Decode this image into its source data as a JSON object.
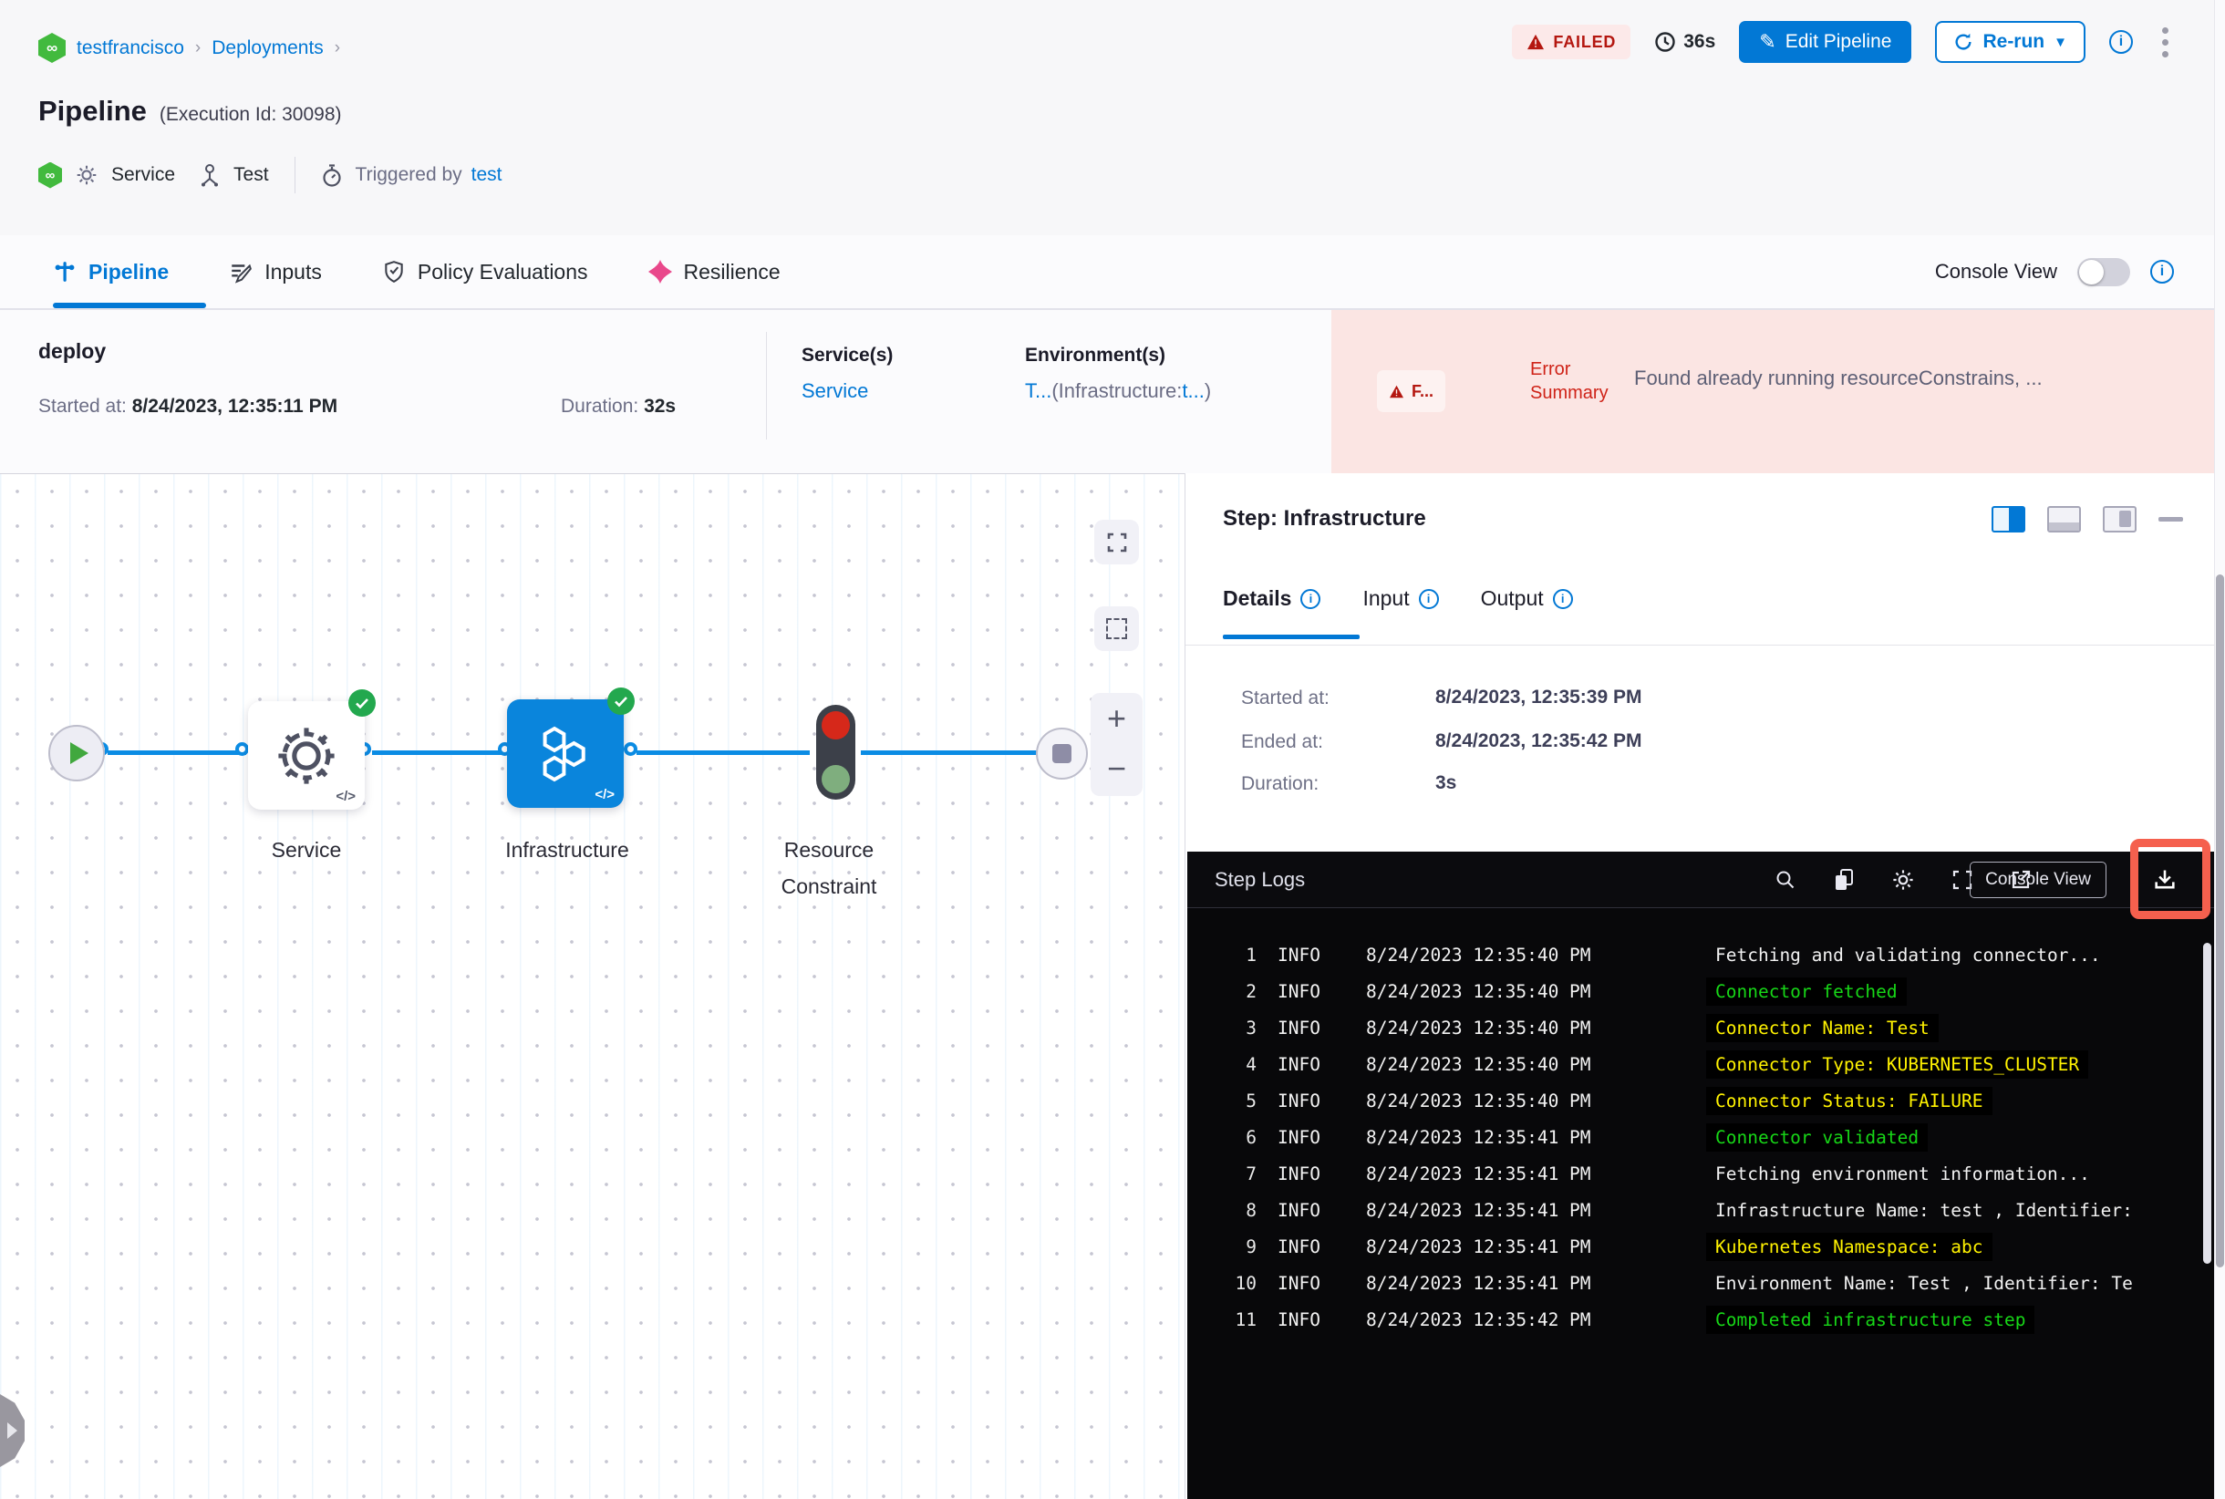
{
  "breadcrumb": {
    "project": "testfrancisco",
    "section": "Deployments",
    "sep": "›"
  },
  "header": {
    "title": "Pipeline",
    "execution_id": "(Execution Id: 30098)",
    "failed_badge": "FAILED",
    "duration": "36s",
    "edit_pipeline": "Edit Pipeline",
    "rerun": "Re-run",
    "service_label": "Service",
    "test_label": "Test",
    "triggered_by": "Triggered by",
    "trigger_user": "test"
  },
  "tabs": {
    "pipeline": "Pipeline",
    "inputs": "Inputs",
    "policy": "Policy Evaluations",
    "resilience": "Resilience",
    "console_view": "Console View"
  },
  "summary": {
    "stage": "deploy",
    "started_label": "Started at:",
    "started": "8/24/2023, 12:35:11 PM",
    "duration_label": "Duration:",
    "duration": "32s",
    "services_label": "Service(s)",
    "service_link": "Service",
    "envs_label": "Environment(s)",
    "env_link": "T...",
    "env_paren": "(Infrastructure:",
    "env_infra_link": "t...",
    "env_close": ")",
    "failed_short": "F...",
    "error_label": "Error Summary",
    "error_message": "Found already running resourceConstrains, ..."
  },
  "graph": {
    "service_label": "Service",
    "infrastructure_label": "Infrastructure",
    "resource_line1": "Resource",
    "resource_line2": "Constraint",
    "code_glyph": "</>",
    "zoom_in": "+",
    "zoom_out": "−"
  },
  "panel": {
    "title": "Step: Infrastructure",
    "tab_details": "Details",
    "tab_input": "Input",
    "tab_output": "Output",
    "started_label": "Started at:",
    "started": "8/24/2023, 12:35:39 PM",
    "ended_label": "Ended at:",
    "ended": "8/24/2023, 12:35:42 PM",
    "duration_label": "Duration:",
    "duration": "3s"
  },
  "logs": {
    "title": "Step Logs",
    "console_view": "Console View",
    "rows": [
      {
        "num": "1",
        "level": "INFO",
        "time": "8/24/2023 12:35:40 PM",
        "msg": "Fetching and validating connector...",
        "color": "white"
      },
      {
        "num": "2",
        "level": "INFO",
        "time": "8/24/2023 12:35:40 PM",
        "msg": "Connector fetched",
        "color": "green"
      },
      {
        "num": "3",
        "level": "INFO",
        "time": "8/24/2023 12:35:40 PM",
        "msg": "Connector Name: Test",
        "color": "yellow"
      },
      {
        "num": "4",
        "level": "INFO",
        "time": "8/24/2023 12:35:40 PM",
        "msg": "Connector Type: KUBERNETES_CLUSTER",
        "color": "yellow"
      },
      {
        "num": "5",
        "level": "INFO",
        "time": "8/24/2023 12:35:40 PM",
        "msg": "Connector Status: FAILURE",
        "color": "yellow"
      },
      {
        "num": "6",
        "level": "INFO",
        "time": "8/24/2023 12:35:41 PM",
        "msg": "Connector validated",
        "color": "green"
      },
      {
        "num": "7",
        "level": "INFO",
        "time": "8/24/2023 12:35:41 PM",
        "msg": "Fetching environment information...",
        "color": "white"
      },
      {
        "num": "8",
        "level": "INFO",
        "time": "8/24/2023 12:35:41 PM",
        "msg": "Infrastructure Name: test , Identifier:",
        "color": "white"
      },
      {
        "num": "9",
        "level": "INFO",
        "time": "8/24/2023 12:35:41 PM",
        "msg": "Kubernetes Namespace: abc",
        "color": "yellow"
      },
      {
        "num": "10",
        "level": "INFO",
        "time": "8/24/2023 12:35:41 PM",
        "msg": "Environment Name: Test , Identifier: Te",
        "color": "white"
      },
      {
        "num": "11",
        "level": "INFO",
        "time": "8/24/2023 12:35:42 PM",
        "msg": "Completed infrastructure step",
        "color": "green"
      }
    ]
  },
  "colors": {
    "accent": "#0278D5",
    "failed_red": "#B41710",
    "error_bg": "#FBE5E3",
    "white": "#F2F2F2",
    "green": "#17D717",
    "yellow": "#FFF200"
  }
}
